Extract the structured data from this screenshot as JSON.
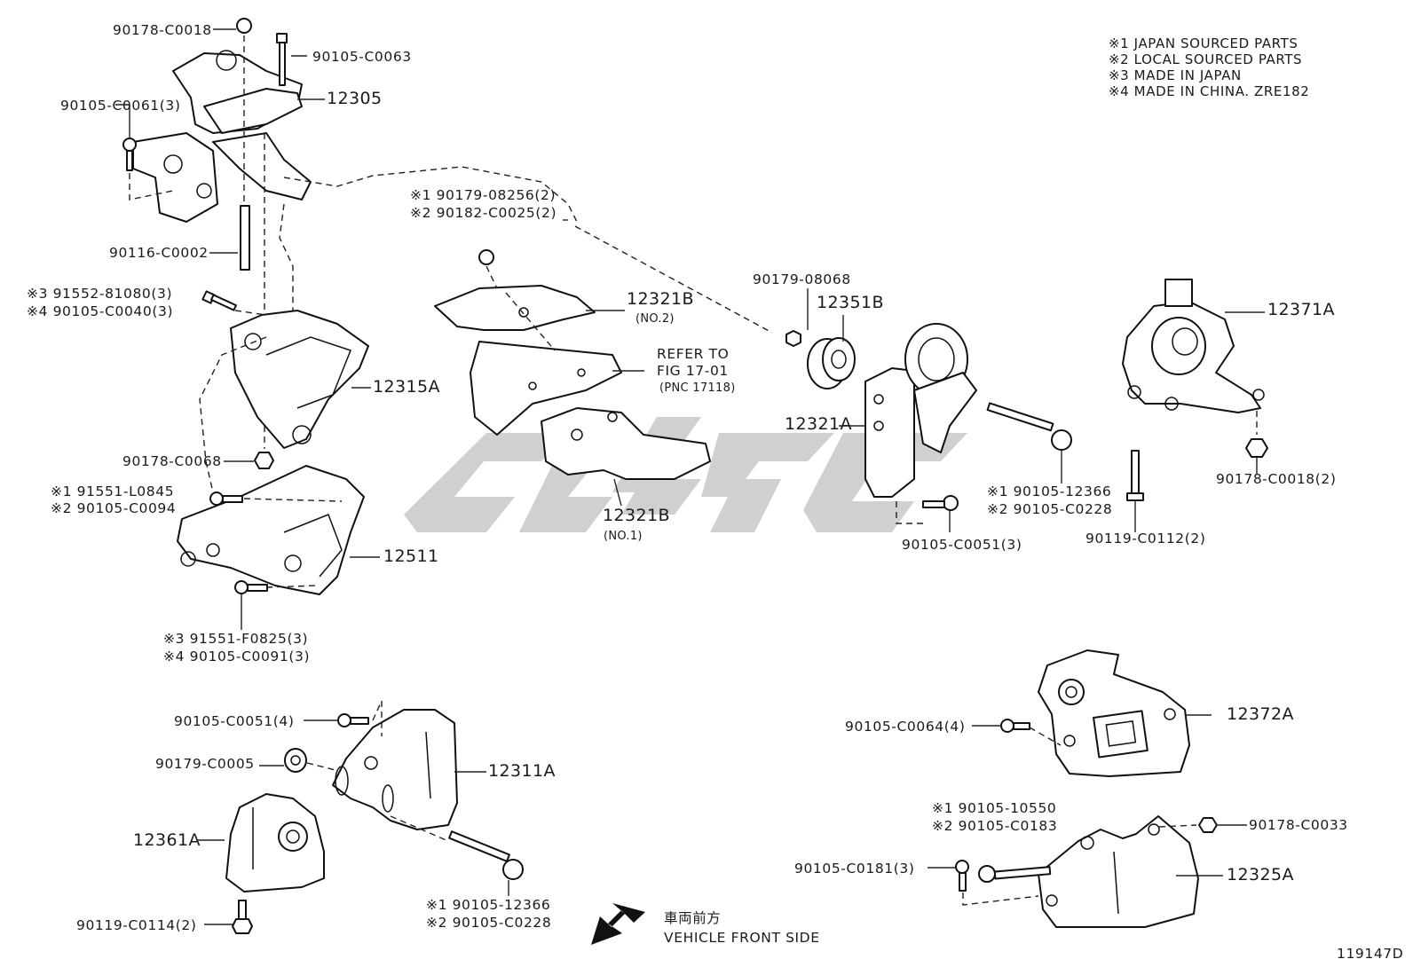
{
  "notes": [
    "※1 JAPAN SOURCED PARTS",
    "※2 LOCAL SOURCED PARTS",
    "※3 MADE IN JAPAN",
    "※4 MADE IN CHINA. ZRE182"
  ],
  "labels": {
    "l90178_C0018": "90178-C0018",
    "l90105_C0063": "90105-C0063",
    "l90105_C0061": "90105-C0061(3)",
    "l12305": "12305",
    "l90116_C0002": "90116-C0002",
    "l91552_81080": "※3 91552-81080(3)",
    "l90105_C0040": "※4 90105-C0040(3)",
    "l12315A": "12315A",
    "l90178_C0068": "90178-C0068",
    "l91551_L0845": "※1 91551-L0845",
    "l90105_C0094": "※2 90105-C0094",
    "l12511": "12511",
    "l91551_F0825": "※3 91551-F0825(3)",
    "l90105_C0091": "※4 90105-C0091(3)",
    "l90179_08256": "※1 90179-08256(2)",
    "l90182_C0025": "※2 90182-C0025(2)",
    "l12321B_no2": "12321B",
    "l12321B_no2_sub": "(NO.2)",
    "refer_1": "REFER TO",
    "refer_2": "FIG 17-01",
    "refer_3": "(PNC 17118)",
    "l12321B_no1": "12321B",
    "l12321B_no1_sub": "(NO.1)",
    "l90179_08068": "90179-08068",
    "l12351B": "12351B",
    "l12321A": "12321A",
    "l90105_12366_a": "※1 90105-12366",
    "l90105_C0228_a": "※2 90105-C0228",
    "l90105_C0051_3": "90105-C0051(3)",
    "l12371A": "12371A",
    "l90178_C0018_2": "90178-C0018(2)",
    "l90119_C0112": "90119-C0112(2)",
    "l90105_C0051_4": "90105-C0051(4)",
    "l90179_C0005": "90179-C0005",
    "l12311A": "12311A",
    "l12361A": "12361A",
    "l90119_C0114": "90119-C0114(2)",
    "l90105_12366_b": "※1 90105-12366",
    "l90105_C0228_b": "※2 90105-C0228",
    "front_jp": "車両前方",
    "front_en": "VEHICLE FRONT SIDE",
    "l12372A": "12372A",
    "l90105_C0064": "90105-C0064(4)",
    "l90105_10550": "※1 90105-10550",
    "l90105_C0183": "※2 90105-C0183",
    "l90178_C0033": "90178-C0033",
    "l90105_C0181": "90105-C0181(3)",
    "l12325A": "12325A",
    "figure_id": "119147D"
  },
  "colors": {
    "ink": "#1a1a1a",
    "watermark": "#c8c8c8"
  }
}
